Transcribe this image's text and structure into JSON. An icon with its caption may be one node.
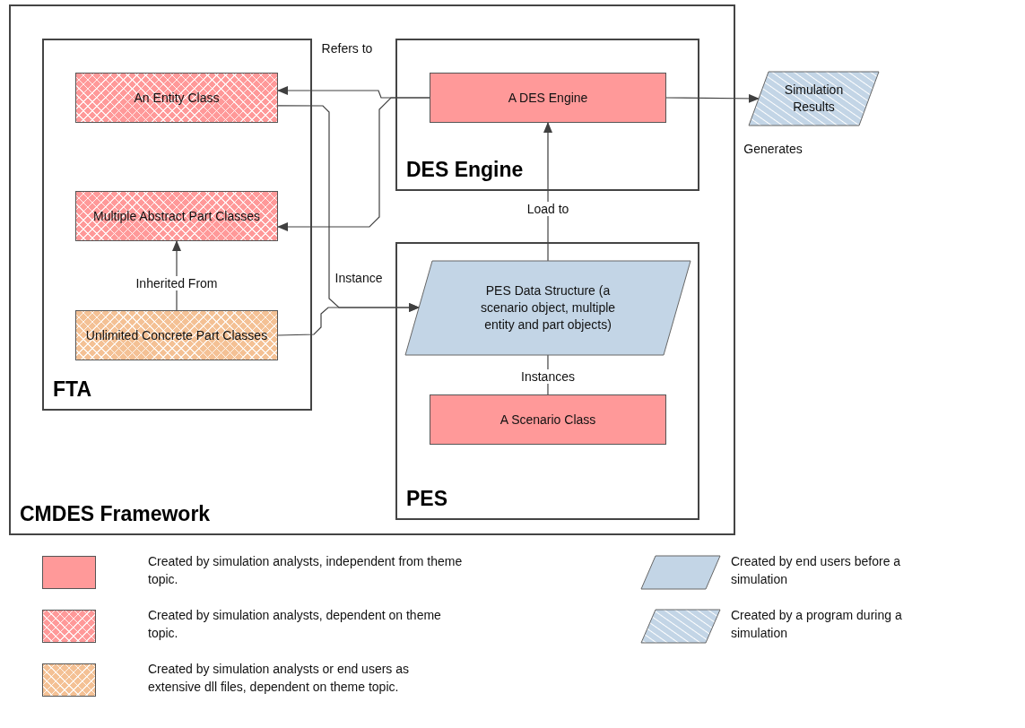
{
  "diagram": {
    "nodes": [
      {
        "text": [
          "CMDES Framework"
        ]
      },
      {
        "text": [
          "FTA"
        ],
        "in": 0
      },
      {
        "text": [
          "An Entity Class"
        ],
        "in": 1
      },
      {
        "text": [
          "Multiple Abstract Part Classes"
        ],
        "in": 1
      },
      {
        "text": [
          "Unlimited Concrete Part Classes"
        ],
        "in": 1
      },
      {
        "text": [
          "DES Engine"
        ],
        "in": 0
      },
      {
        "text": [
          "A DES Engine"
        ],
        "in": 5
      },
      {
        "text": [
          "PES"
        ],
        "in": 0
      },
      {
        "text": [
          "PES Data Structure (a scenario object, multiple entity and part objects)"
        ],
        "in": 7
      },
      {
        "text": [
          "A Scenario Class"
        ],
        "in": 7
      },
      {
        "text": [
          "Simulation Results"
        ]
      }
    ],
    "edges": [
      {
        "from": 6,
        "to": 2,
        "arrow": "to",
        "label": "Refers to"
      },
      {
        "from": 6,
        "to": 3,
        "arrow": "to"
      },
      {
        "from": 2,
        "to": 8,
        "arrow": "to",
        "label": "Instance"
      },
      {
        "from": 4,
        "to": 8,
        "arrow": "to"
      },
      {
        "from": 4,
        "to": 3,
        "arrow": "to",
        "label": "Inherited From"
      },
      {
        "from": 8,
        "to": 6,
        "arrow": "to",
        "label": "Load to"
      },
      {
        "from": 9,
        "to": 8,
        "arrow": "none",
        "label": "Instances"
      },
      {
        "from": 6,
        "to": 10,
        "arrow": "to",
        "label": "Generates"
      }
    ],
    "legend": [
      {
        "text": "Created by simulation analysts, independent from theme topic.",
        "color": "#ff9999"
      },
      {
        "text": "Created by simulation analysts, dependent on theme topic."
      },
      {
        "text": "Created by simulation analysts or end users as extensive dll files, dependent on theme topic."
      },
      {
        "text": "Created by end users before a simulation"
      },
      {
        "text": "Created by a program during a simulation"
      }
    ]
  }
}
